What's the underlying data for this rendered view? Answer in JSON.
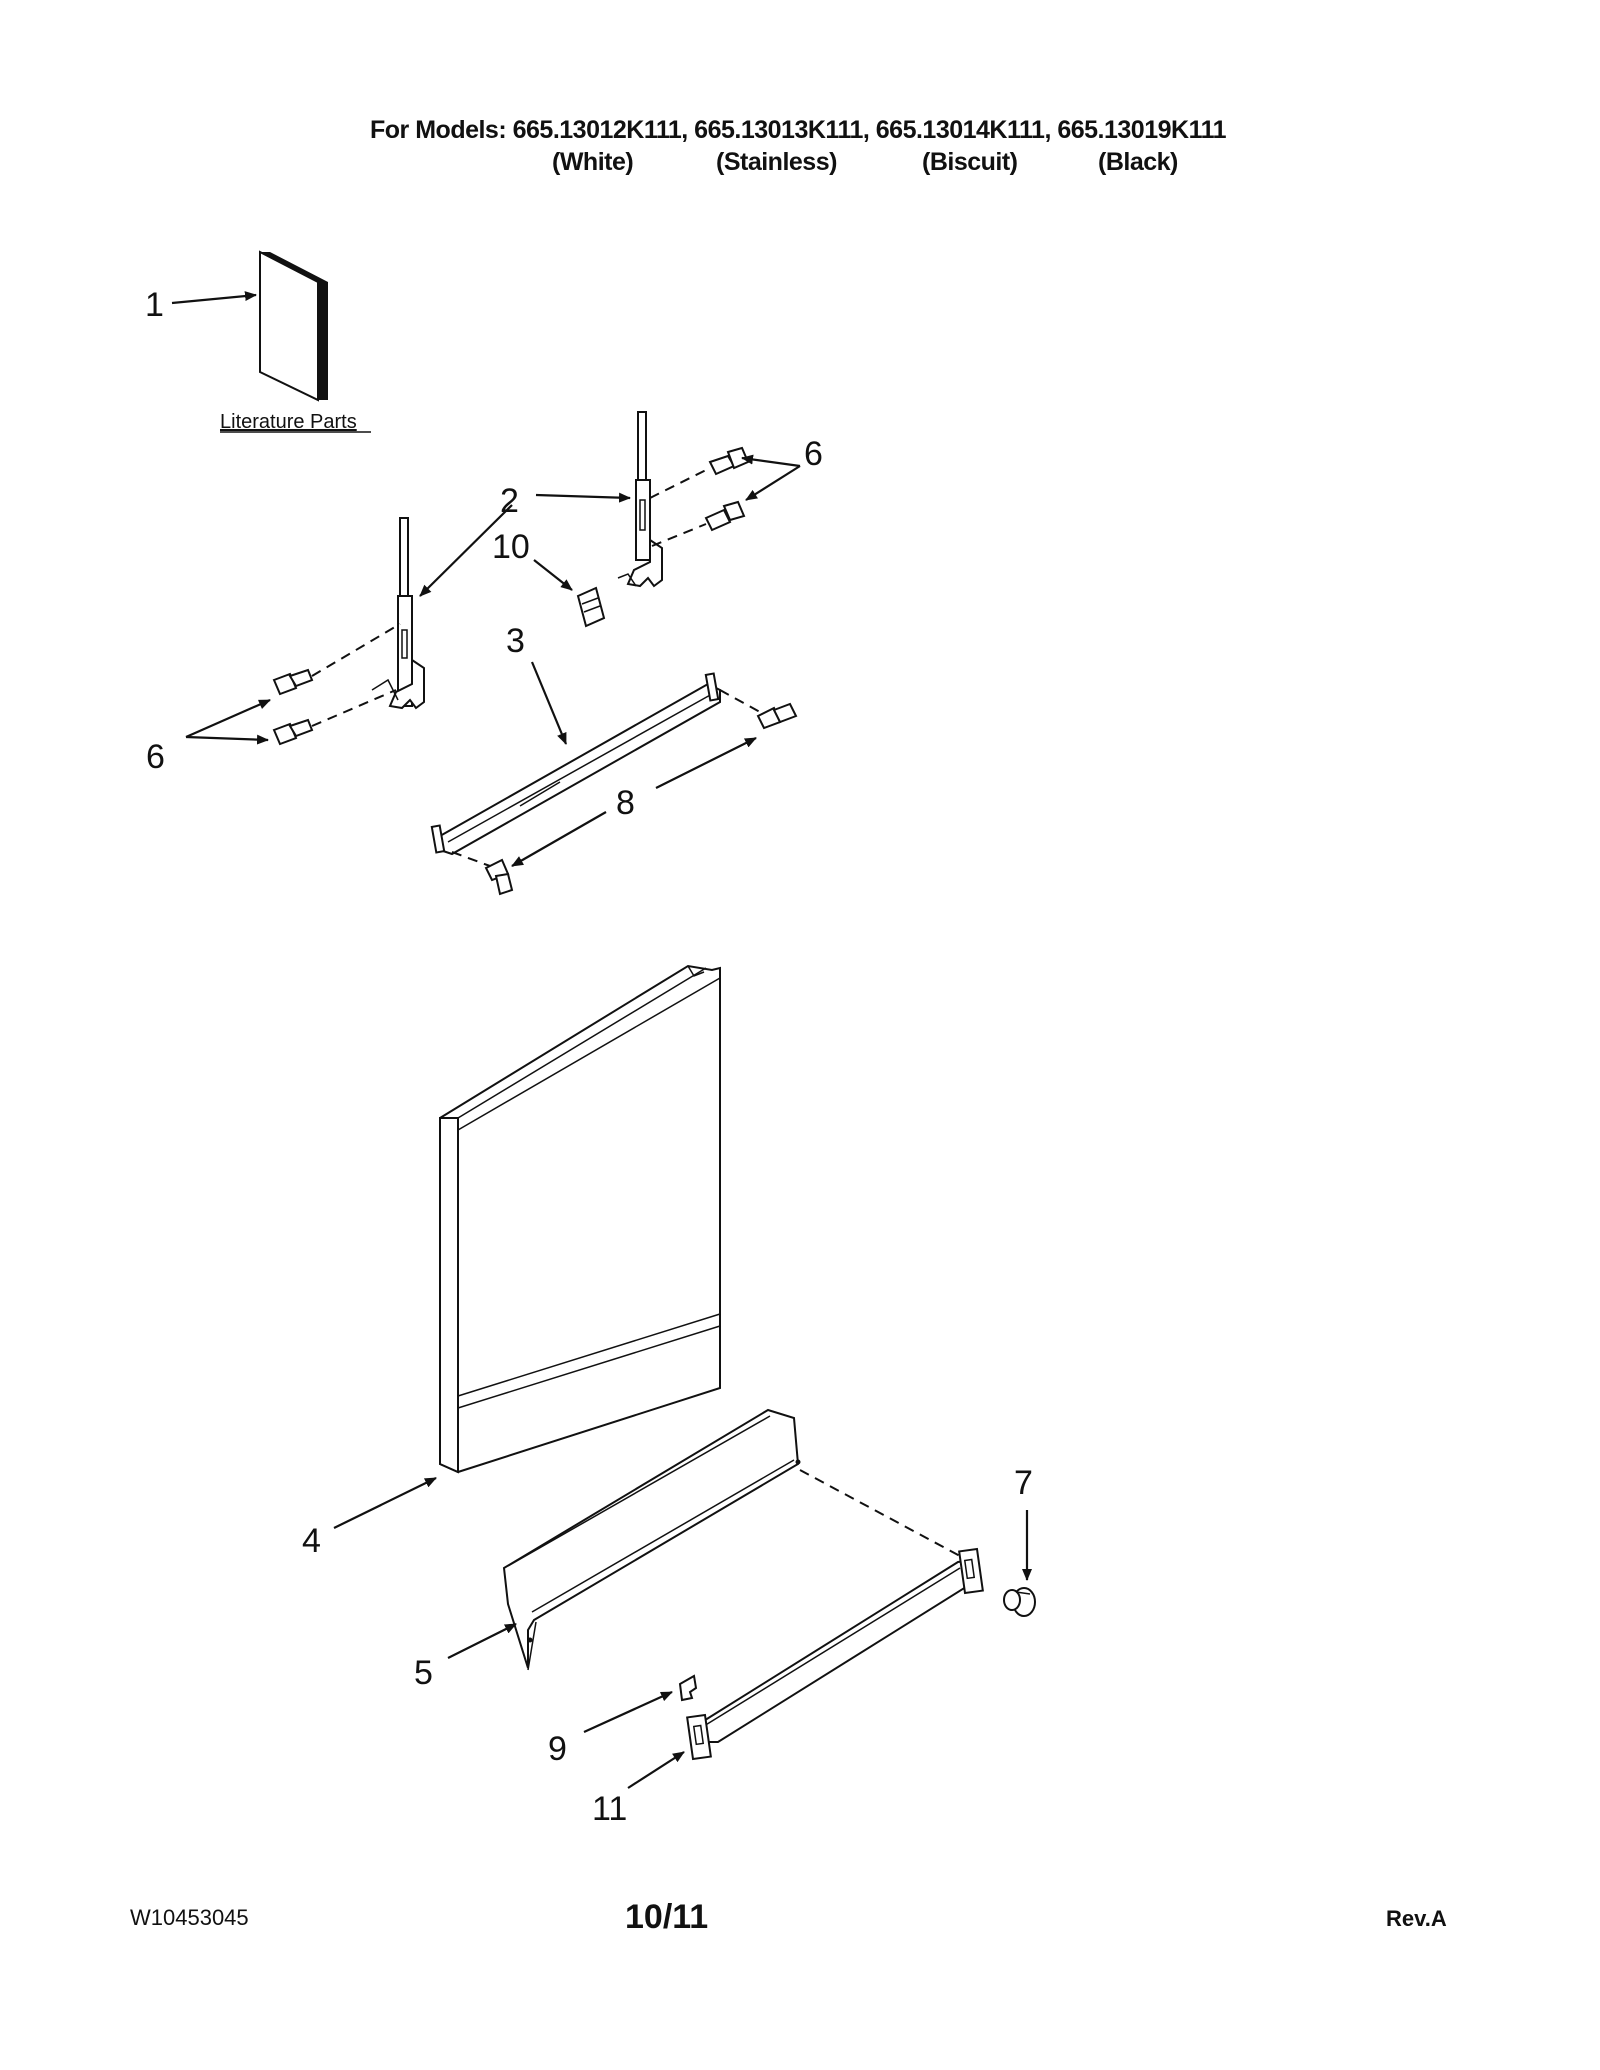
{
  "header": {
    "models_line": "For Models: 665.13012K111, 665.13013K111, 665.13014K111, 665.13019K111",
    "colors": [
      "(White)",
      "(Stainless)",
      "(Biscuit)",
      "(Black)"
    ]
  },
  "diagram": {
    "literature_label": "Literature Parts",
    "callouts": [
      "1",
      "2",
      "3",
      "4",
      "5",
      "6",
      "6",
      "7",
      "8",
      "9",
      "10",
      "11"
    ]
  },
  "footer": {
    "document_number": "W10453045",
    "page": "10/11",
    "revision": "Rev.A"
  }
}
